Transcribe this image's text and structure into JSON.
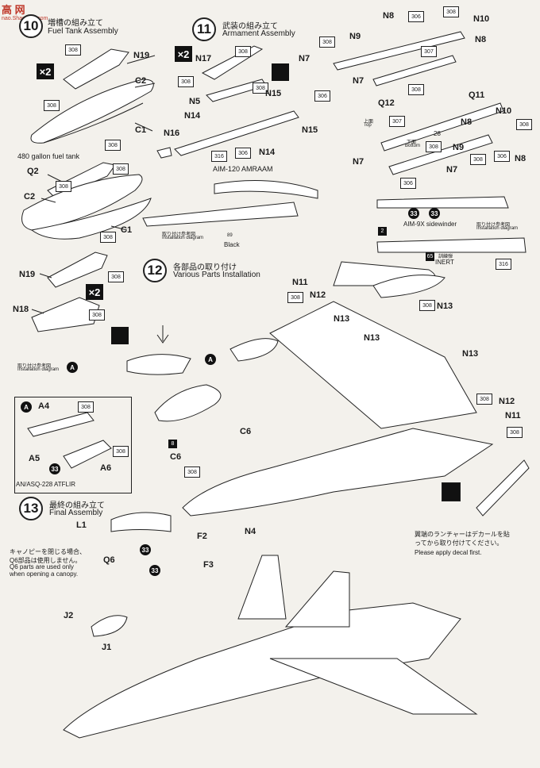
{
  "watermark": {
    "main": "高 网",
    "sub": "nao.Shanghai.com"
  },
  "step10": {
    "number": "10",
    "title_jp": "増槽の組み立て",
    "title_en": "Fuel Tank Assembly",
    "multiplier": "×2",
    "labels": {
      "n19": "N19",
      "c2": "C2",
      "c1": "C1",
      "q2": "Q2",
      "c2b": "C2",
      "c1b": "C1",
      "n19b": "N19",
      "n18": "N18"
    },
    "caption": "480 gallon fuel tank",
    "paint": "308",
    "paint2": "306"
  },
  "step11": {
    "number": "11",
    "title_jp": "武装の組み立て",
    "title_en": "Armament Assembly",
    "multiplier": "×2",
    "labels": {
      "n17": "N17",
      "n5": "N5",
      "n15": "N15",
      "n14": "N14",
      "n16": "N16",
      "n15b": "N15",
      "n14b": "N14",
      "n8": "N8",
      "n10": "N10",
      "n9": "N9",
      "n8b": "N8",
      "n7": "N7",
      "n7b": "N7",
      "q12": "Q12",
      "q11": "Q11",
      "n10b": "N10",
      "n8c": "N8",
      "n9b": "N9",
      "n7c": "N7",
      "n8d": "N8",
      "n7d": "N7"
    },
    "paint_316": "316",
    "paint_307": "307",
    "paint_28": "28",
    "paint_33": "33",
    "paint_65": "65",
    "paint_2": "2",
    "amraam": "AIM-120 AMRAAM",
    "install_jp": "取り付け参考図",
    "install_en": "Installation diagram",
    "black": "Black",
    "top_jp": "上面",
    "top_en": "Top",
    "bottom_jp": "下面",
    "bottom_en": "Bottom",
    "sidewinder": "AIM-9X sidewinder",
    "inert_jp": "訓練弾",
    "inert_en": "INERT",
    "num89": "89"
  },
  "step12": {
    "number": "12",
    "title_jp": "各部品の取り付け",
    "title_en": "Various Parts Installation",
    "labels": {
      "n11": "N11",
      "n12": "N12",
      "n13": "N13",
      "n13b": "N13",
      "n13c": "N13",
      "n13d": "N13",
      "n12b": "N12",
      "n11b": "N11",
      "c6": "C6",
      "c6b": "C6",
      "a": "A"
    },
    "install_jp": "取り付け参考図",
    "install_en": "Installation diagram",
    "inset": {
      "title": "A",
      "a4": "A4",
      "a5": "A5",
      "a6": "A6",
      "caption": "AN/ASQ-228 ATFLIR"
    },
    "decal_jp": "翼端のランチャーはデカールを貼\nってから取り付けてください。",
    "decal_en": "Please apply decal first.",
    "paint8": "8"
  },
  "step13": {
    "number": "13",
    "title_jp": "最終の組み立て",
    "title_en": "Final Assembly",
    "labels": {
      "l1": "L1",
      "f2": "F2",
      "f3": "F3",
      "n4": "N4",
      "q6": "Q6",
      "j2": "J2",
      "j1": "J1"
    },
    "note_jp": "キャノピーを閉じる場合、\nQ6部品は使用しません。",
    "note_en": "Q6 parts are used only\nwhen opening a canopy.",
    "paint": "33"
  }
}
